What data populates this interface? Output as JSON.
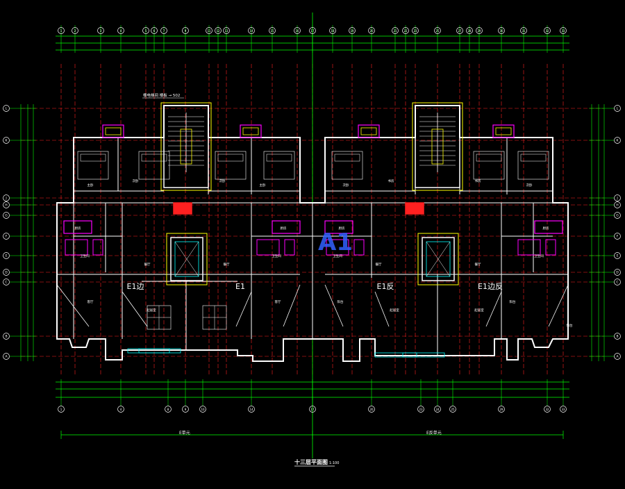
{
  "colors": {
    "background": "#000000",
    "wall": "#ffffff",
    "axis": "#ff2020",
    "dimension": "#00ff00",
    "text": "#ffffff",
    "fixture": "#ff00ff",
    "cyan": "#00ffff",
    "yellow": "#ffff00",
    "blue": "#3060ff"
  },
  "drawing": {
    "title": "十三层平面图",
    "scale": "1:100",
    "watermark": "A1",
    "top_annotation": "楼电梯间 楼板 → 502"
  },
  "axes": {
    "top_numbers": [
      "1",
      "2",
      "3",
      "4",
      "5",
      "6",
      "7",
      "9",
      "11",
      "12",
      "13",
      "14",
      "15",
      "16",
      "17",
      "18",
      "19",
      "20",
      "21",
      "22",
      "23",
      "25",
      "27",
      "28",
      "29",
      "30",
      "31",
      "32",
      "33"
    ],
    "bottom_numbers": [
      "1",
      "4",
      "8",
      "9",
      "10",
      "14",
      "17",
      "20",
      "23",
      "24",
      "25",
      "29",
      "32",
      "33"
    ],
    "letters": [
      "L",
      "K",
      "J",
      "H",
      "G",
      "F",
      "E",
      "D",
      "C",
      "B",
      "A"
    ]
  },
  "units": [
    {
      "label": "E1边"
    },
    {
      "label": "E1"
    },
    {
      "label": "E1反"
    },
    {
      "label": "E1边反"
    }
  ],
  "bottom_dims": [
    {
      "label": "E单元"
    },
    {
      "label": "E反单元"
    }
  ],
  "rooms": [
    {
      "label": "主卧"
    },
    {
      "label": "次卧"
    },
    {
      "label": "次卧"
    },
    {
      "label": "主卧"
    },
    {
      "label": "次卧"
    },
    {
      "label": "书房"
    },
    {
      "label": "书房"
    },
    {
      "label": "次卧"
    },
    {
      "label": "厨房"
    },
    {
      "label": "厨房"
    },
    {
      "label": "厨房"
    },
    {
      "label": "厨房"
    },
    {
      "label": "卫生间"
    },
    {
      "label": "卫生间"
    },
    {
      "label": "卫生间"
    },
    {
      "label": "卫生间"
    },
    {
      "label": "餐厅"
    },
    {
      "label": "餐厅"
    },
    {
      "label": "餐厅"
    },
    {
      "label": "餐厅"
    },
    {
      "label": "客厅"
    },
    {
      "label": "起居室"
    },
    {
      "label": "起居室"
    },
    {
      "label": "起居室"
    },
    {
      "label": "客厅"
    },
    {
      "label": "阳台"
    },
    {
      "label": "阳台"
    },
    {
      "label": "阳台"
    },
    {
      "label": "阳台"
    }
  ]
}
